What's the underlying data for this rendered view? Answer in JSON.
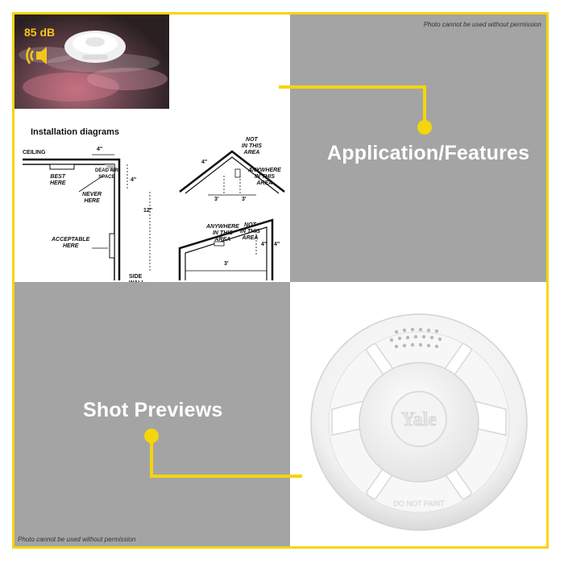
{
  "permission_notice": "Photo cannot be used without permission",
  "headings": {
    "application": "Application/Features",
    "shot_previews": "Shot Previews"
  },
  "sound_panel": {
    "decibel_label": "85 dB",
    "icon": "speaker-sound-icon"
  },
  "installation_diagram": {
    "title": "Installation diagrams",
    "labels": {
      "ceiling": "CEILING",
      "side_wall": "SIDE\nWALL",
      "best_here": "BEST\nHERE",
      "never_here": "NEVER\nHERE",
      "acceptable_here": "ACCEPTABLE\nHERE",
      "dead_air_space": "DEAD AIR\nSPACE",
      "dim_4in_top": "4\"",
      "dim_4in_side": "4\"",
      "dim_12in": "12\"",
      "not_in_this_area_1": "NOT\nIN THIS\nAREA",
      "anywhere_in_this_area_1": "ANYWHERE\nIN THIS\nAREA",
      "not_in_this_area_2": "NOT\nIN THIS\nAREA",
      "anywhere_in_this_area_2": "ANYWHERE\nIN THIS\nAREA",
      "dim_3ft_a": "3'",
      "dim_3ft_b": "3'",
      "dim_3ft_c": "3'",
      "dim_4in_roof": "4\"",
      "dim_4in_roof2": "4\"",
      "dim_4in_roof3": "4\""
    }
  },
  "product": {
    "brand_logo_text": "Yale",
    "embossed_text": "DO NOT PAINT"
  },
  "colors": {
    "accent_yellow": "#f5d50d",
    "panel_gray": "#a4a4a4",
    "heading_text": "#ffffff"
  }
}
